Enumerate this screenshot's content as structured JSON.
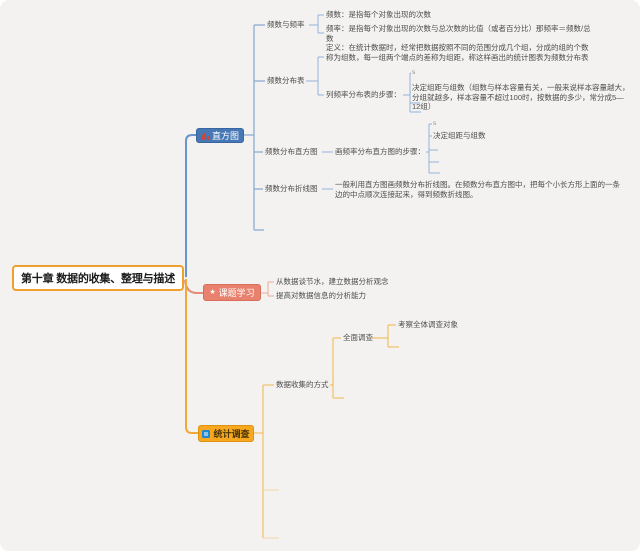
{
  "root": {
    "label": "第十章 数据的收集、整理与描述"
  },
  "branches": {
    "histogram": {
      "label": "直方图",
      "icon": "bar-chart-icon",
      "color": "#4678b6",
      "children": {
        "freq": {
          "label": "频数与频率",
          "children": {
            "pinshu": "频数：是指每个对象出现的次数",
            "pinlv": "频率：是指每个对象出现的次数与总次数的比值（或者百分比）那频率＝频数/总数"
          }
        },
        "table": {
          "label": "频数分布表",
          "children": {
            "definition": "定义：在统计数据时，经常把数据按照不同的范围分成几个组，分成的组的个数称为组数，每一组两个端点的差称为组距，称这样画出的统计图表为频数分布表",
            "steps": {
              "label": "列频率分布表的步骤：",
              "children": {
                "mini": "s",
                "step1": "决定组距与组数（组数与样本容量有关，一般来说样本容量越大，分组就越多，样本容量不超过100时，按数据的多少，常分成5—12组）"
              }
            }
          }
        },
        "histo_chart": {
          "label": "频数分布直方图",
          "children": {
            "steps": {
              "label": "画频率分布直方图的步骤：",
              "children": {
                "mini": "s",
                "step1": "决定组距与组数"
              }
            }
          }
        },
        "line_chart": {
          "label": "频数分布折线图",
          "children": {
            "desc": "一般利用直方图画频数分布折线图。在频数分布直方图中，把每个小长方形上面的一条边的中点顺次连接起来，得到频数折线图。"
          }
        }
      }
    },
    "project": {
      "label": "课题学习",
      "icon": "star-icon",
      "color": "#e8826e",
      "children": {
        "point1": "从数据谈节水，建立数据分析观念",
        "point2": "提高对数据信息的分析能力"
      }
    },
    "survey": {
      "label": "统计调查",
      "icon": "list-chart-icon",
      "color": "#f7a81e",
      "children": {
        "method": {
          "label": "数据收集的方式",
          "children": {
            "census": {
              "label": "全面调查",
              "children": {
                "target": "考察全体调查对象"
              }
            }
          }
        }
      }
    }
  },
  "colors": {
    "canvas_bg": "#f3f2f0",
    "root_border": "#efa02e",
    "blue_line": "#83a6d2",
    "coral_line": "#ecab9d",
    "yellow_line": "#f0b74a"
  }
}
